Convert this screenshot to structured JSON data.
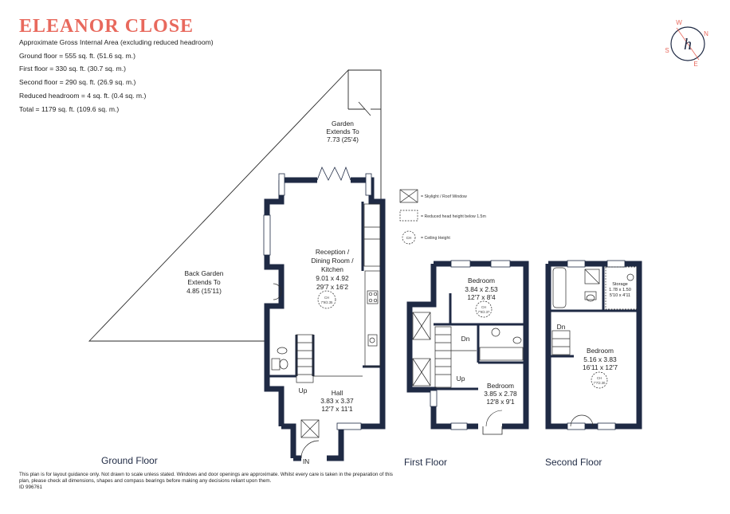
{
  "header": {
    "title": "ELEANOR CLOSE",
    "subtitle": "Approximate Gross Internal Area  (excluding reduced headroom)",
    "areas": [
      "Ground floor = 555 sq. ft. (51.6 sq. m.)",
      "First floor  = 330 sq. ft. (30.7 sq. m.)",
      "Second floor = 290 sq. ft. (26.9 sq. m.)",
      "Reduced headroom = 4 sq. ft. (0.4 sq. m.)",
      "Total = 1179 sq. ft. (109.6 sq. m.)"
    ]
  },
  "compass": {
    "letters": [
      "W",
      "N",
      "E",
      "S"
    ],
    "logo": "h"
  },
  "legend": {
    "skylight": "= Skylight / Roof Window",
    "reduced": "= Reduced head height below 1.5m",
    "ceiling": "= Ceiling Height",
    "ch": "CH"
  },
  "ground": {
    "garden_label": [
      "Garden",
      "Extends To",
      "7.73 (25'4)"
    ],
    "back_garden": [
      "Back Garden",
      "Extends To",
      "4.85 (15'11)"
    ],
    "reception": [
      "Reception /",
      "Dining Room /",
      "Kitchen",
      "9.01 x 4.92",
      "29'7 x 16'2"
    ],
    "reception_ch": [
      "CH",
      "7'9/2.35"
    ],
    "hall": [
      "Hall",
      "3.83 x 3.37",
      "12'7 x 11'1"
    ],
    "up": "Up",
    "in": "IN",
    "floor_label": "Ground Floor"
  },
  "first": {
    "bedroom1": [
      "Bedroom",
      "3.84 x 2.53",
      "12'7 x 8'4"
    ],
    "bedroom1_ch": [
      "CH",
      "7'9/2.37"
    ],
    "bedroom2": [
      "Bedroom",
      "3.85 x 2.78",
      "12'8 x 9'1"
    ],
    "dn": "Dn",
    "up": "Up",
    "floor_label": "First Floor"
  },
  "second": {
    "storage": [
      "Storage",
      "1.78 x 1.50",
      "5'10 x 4'11"
    ],
    "bedroom": [
      "Bedroom",
      "5.16 x 3.83",
      "16'11 x 12'7"
    ],
    "bedroom_ch": [
      "CH",
      "7'7/2.30"
    ],
    "dn": "Dn",
    "floor_label": "Second Floor"
  },
  "disclaimer": "This plan is for layout guidance only. Not drawn to scale unless stated. Windows and door openings are approximate. Whilst every care is taken in the preparation of this plan, please check all dimensions, shapes and compass bearings before making any decisions reliant upon them.",
  "plan_id": "ID 996761",
  "colors": {
    "wall": "#1f2a44",
    "accent": "#e8695d",
    "line": "#2a2a2a"
  }
}
